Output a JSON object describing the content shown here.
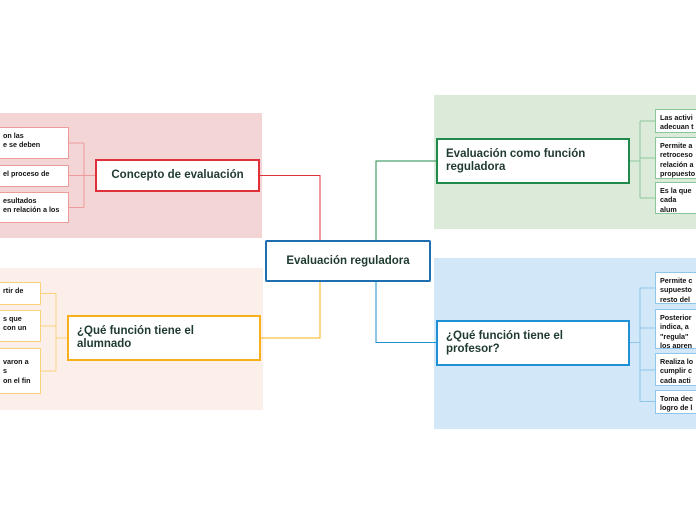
{
  "mindmap": {
    "central": {
      "label": "Evaluación reguladora"
    },
    "branches": {
      "concepto": {
        "label": "Concepto de evaluación",
        "color": "#e0303a",
        "panel_color": "#f3d5d5",
        "leaves": [
          "on las\ne se deben",
          "el proceso de",
          "esultados\nen relación a los"
        ]
      },
      "alumnado": {
        "label": "¿Qué función tiene el\nalumnado",
        "color": "#f6b11a",
        "panel_color": "#fcefe9",
        "leaves": [
          "rtir de",
          "s que\ncon un",
          "varon a\ns\non el fin"
        ]
      },
      "funcion": {
        "label": "Evaluación como función\nreguladora",
        "color": "#1f8a4c",
        "panel_color": "#dcebd9",
        "leaves": [
          "Las activi\nadecuan t",
          "Permite a\nretroceso\nrelación a\npropuesto",
          "Es la que\ncada alum\nenseñanz"
        ]
      },
      "profesor": {
        "label": "¿Qué función tiene el\nprofesor?",
        "color": "#1f8fd6",
        "panel_color": "#d2e8f8",
        "leaves": [
          "Permite c\nsupuesto\nresto del",
          "Posterior\nindica, a\n\"regula\"\nlos apren",
          "Realiza lo\ncumplir c\ncada acti",
          "Toma dec\nlogro de l"
        ]
      }
    }
  }
}
